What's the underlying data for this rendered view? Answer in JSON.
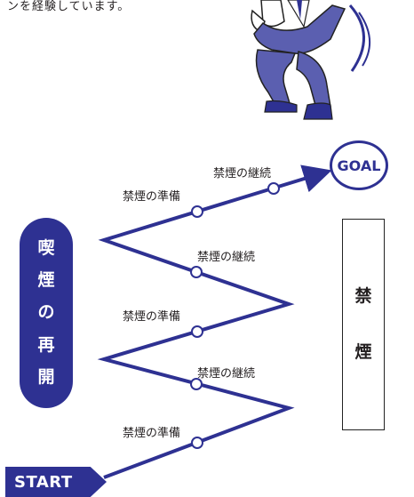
{
  "colors": {
    "accent": "#2e3192",
    "figure_fill": "#5b5fb0",
    "ink": "#231f20"
  },
  "intro_text": "ンを経験しています。",
  "goal_label": "GOAL",
  "start_label": "START",
  "relapse_box": {
    "chars": [
      "喫",
      "煙",
      "の",
      "再",
      "開"
    ]
  },
  "quit_box": {
    "chars": [
      "禁",
      "煙"
    ]
  },
  "stages": [
    {
      "label": "禁煙の準備",
      "icon": "circle-node"
    },
    {
      "label": "禁煙の継続",
      "icon": "circle-node"
    },
    {
      "label": "禁煙の準備",
      "icon": "circle-node"
    },
    {
      "label": "禁煙の継続",
      "icon": "circle-node"
    },
    {
      "label": "禁煙の準備",
      "icon": "circle-node"
    },
    {
      "label": "禁煙の継続",
      "icon": "circle-node"
    }
  ],
  "illustration": {
    "icon": "worried-man-crouching-icon"
  }
}
